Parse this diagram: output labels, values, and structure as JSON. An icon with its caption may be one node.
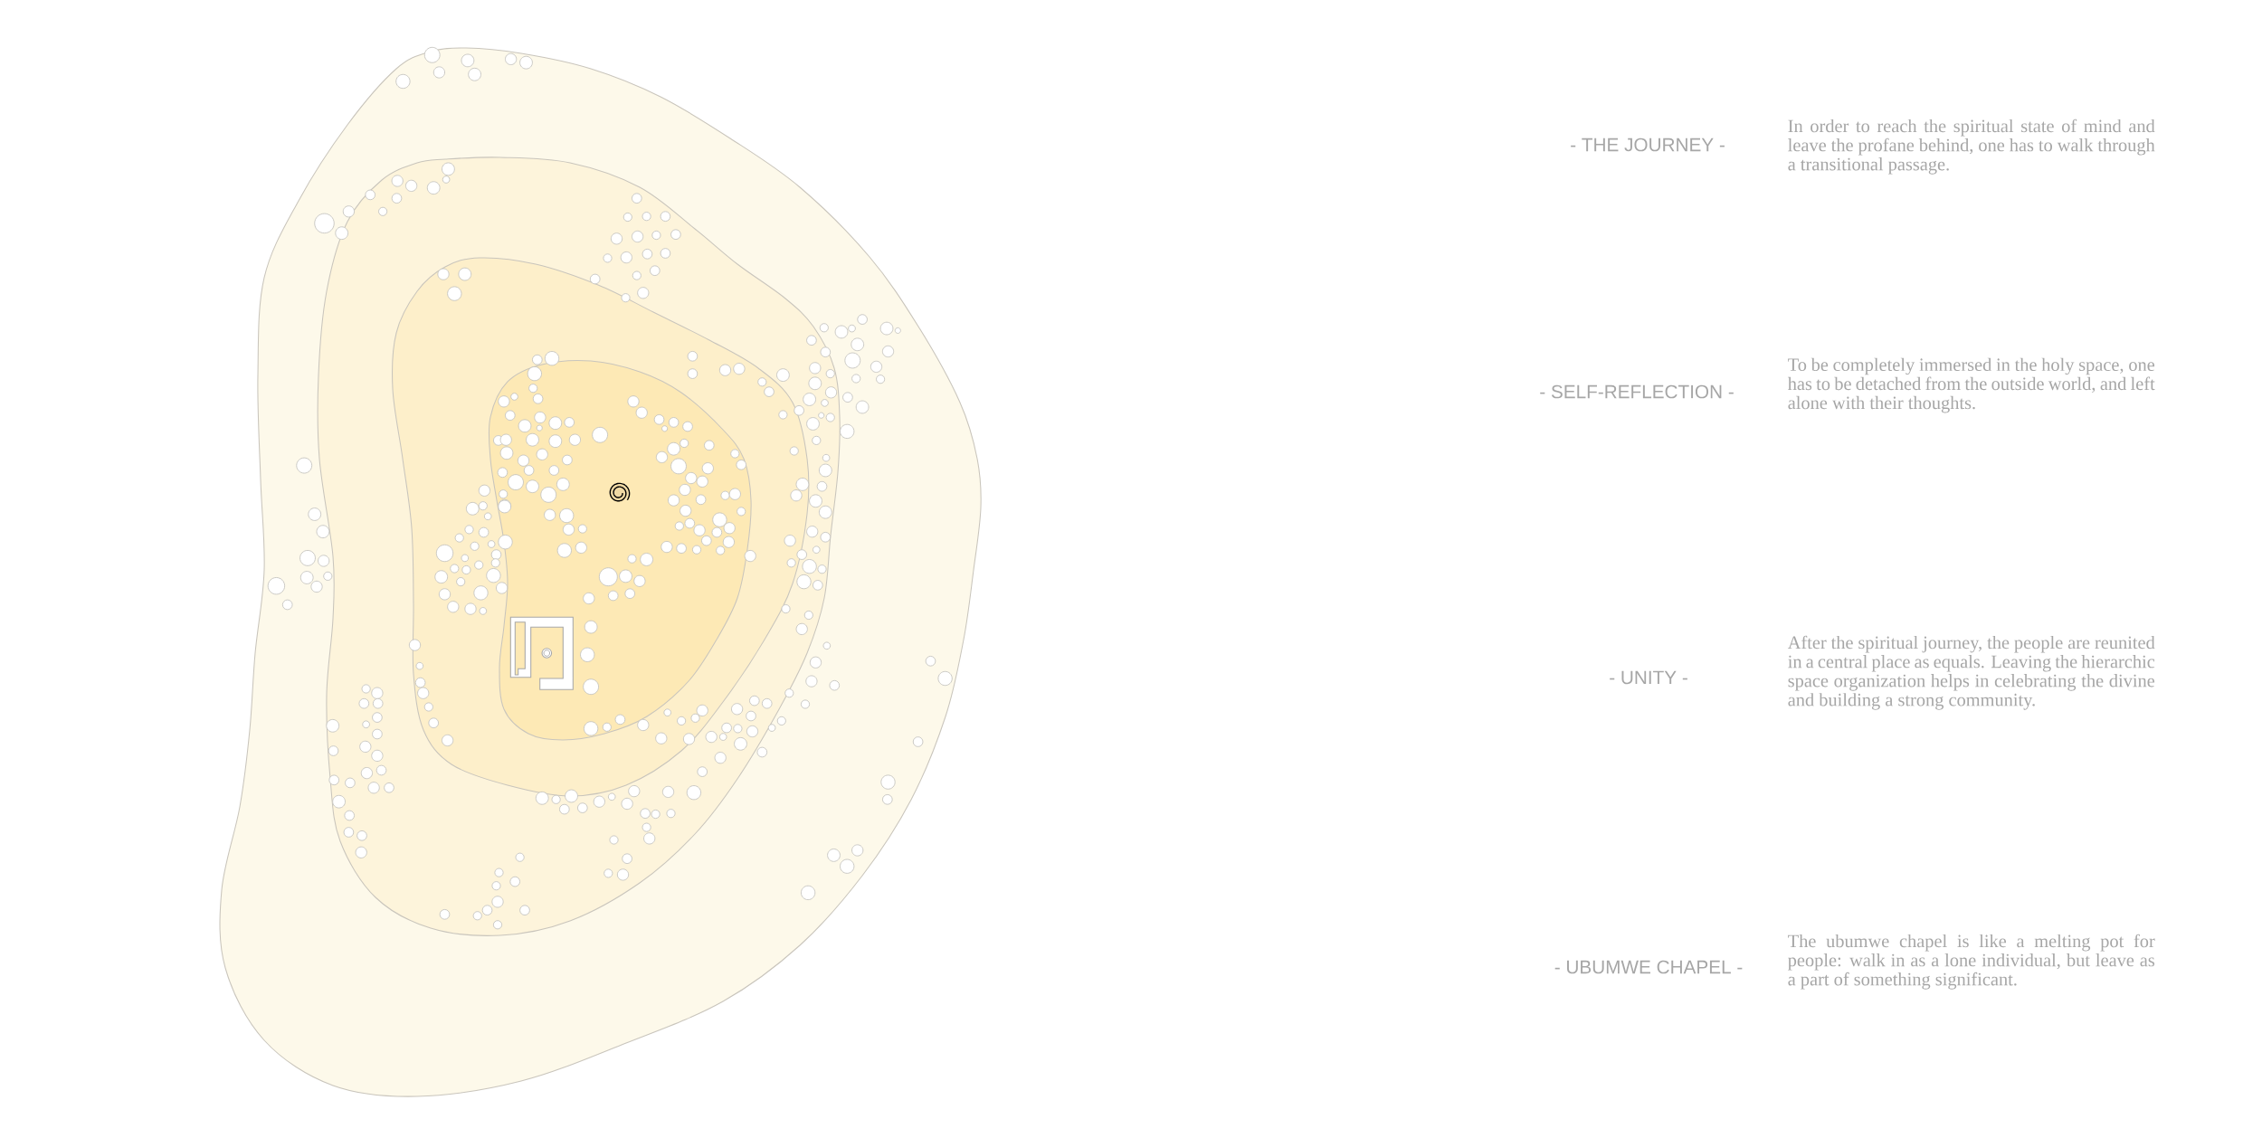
{
  "diagram": {
    "labels": [
      "- THE JOURNEY -",
      "In order to reach the spiritual state of mind and leave the profane behind, one has to walk through a transitional passage.",
      "- SELF-REFLECTION -",
      "To be completely immersed in the holy space, one has to be detached from the outside world, and left alone with their thoughts.",
      "- UNITY -",
      "After the spiritual journey, the people are reunited in a central place as equals. Leaving the hierarchic space organization helps in celebrating the divine and building a strong community.",
      "- UBUMWE CHAPEL -",
      "The ubumwe chapel is like a melting pot for people: walk in as a lone individual, but leave as a part of something significant."
    ]
  }
}
